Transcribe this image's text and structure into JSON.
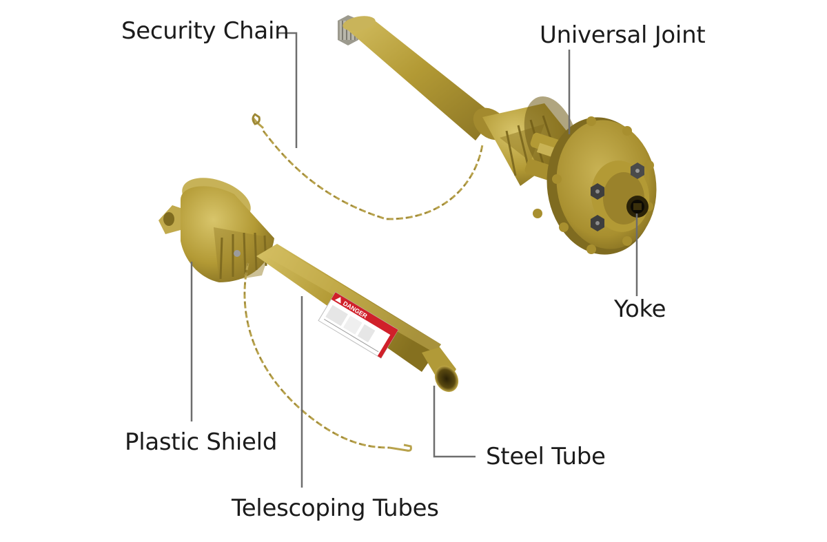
{
  "labels": {
    "security_chain": "Security Chain",
    "universal_joint": "Universal Joint",
    "yoke": "Yoke",
    "plastic_shield": "Plastic Shield",
    "steel_tube": "Steel Tube",
    "telescoping_tubes": "Telescoping Tubes"
  },
  "warning_sticker": {
    "heading": "DANGER"
  },
  "colors": {
    "shaft_body": "#b39a35",
    "shaft_highlight": "#d2bd60",
    "shaft_shadow": "#8a7424",
    "chain": "#b8a24c",
    "leader_line": "#6d6d6d",
    "danger_red": "#d0202a",
    "label_text": "#1b1b1b"
  }
}
